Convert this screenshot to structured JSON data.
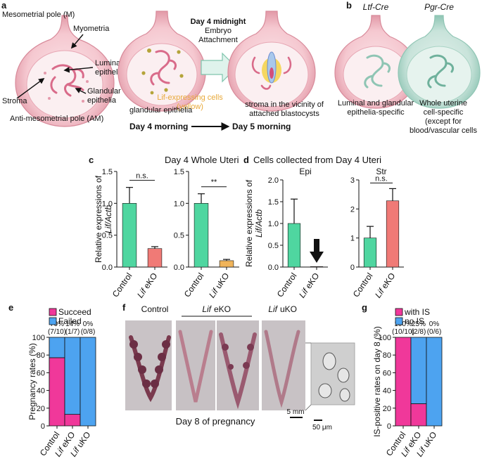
{
  "panel_letters": [
    "a",
    "b",
    "c",
    "d",
    "e",
    "f",
    "g"
  ],
  "panel_a": {
    "labels": {
      "mesometrial": "Mesometrial pole (M)",
      "myometria": "Myometria",
      "luminal_1": "Luminal",
      "luminal_2": "epithelia",
      "glandular_1": "Glandular",
      "glandular_2": "epithelia",
      "stroma": "Stroma",
      "anti_mesometrial": "Anti-mesometrial pole (AM)",
      "midnight_1": "Day 4 midnight",
      "midnight_2": "Embryo",
      "midnight_3": "Attachment",
      "lif_cells_1": "Lif-expressing cells",
      "lif_cells_2": "(yellow)",
      "glandular_epi": "glandular epithelia",
      "stroma_vicinity_1": "stroma in the vicinity of",
      "stroma_vicinity_2": "attached blastocysts",
      "day4_morning": "Day 4 morning",
      "day5_morning": "Day 5 morning"
    },
    "lif_color": "#e8a93a"
  },
  "panel_b": {
    "ltf_title": "Ltf-Cre",
    "pgr_title": "Pgr-Cre",
    "ltf_1": "Luminal and glandular",
    "ltf_2": "epithelia-specific",
    "pgr_1": "Whole uterine",
    "pgr_2": "cell-specific",
    "pgr_3": "(except for",
    "pgr_4": "blood/vascular cells"
  },
  "panel_f": {
    "control": "Control",
    "lif_eko_gene": "Lif",
    "lif_eko_suffix": "eKO",
    "lif_uko_gene": "Lif",
    "lif_uko_suffix": "uKO",
    "scale_5mm": "5 mm",
    "scale_50um": "50 μm",
    "caption": "Day 8 of pregnancy"
  },
  "colors": {
    "control": "#4fd6a0",
    "eko": "#f07a76",
    "uko": "#f0b45a",
    "pink": "#f0389a",
    "blue": "#4da3f0"
  },
  "chart_data": [
    {
      "id": "c",
      "type": "bar",
      "title": "Day 4 Whole Uteri",
      "ylabel_line1": "Relative expressions of",
      "ylabel_line2_italic": "Lif/Actb",
      "ylim": [
        0,
        1.5
      ],
      "yticks": [
        "0.0",
        "0.5",
        "1.0",
        "1.5"
      ],
      "subplots": [
        {
          "categories": [
            {
              "pre": "",
              "gene": "",
              "post": "Control"
            },
            {
              "pre": "",
              "gene": "Lif",
              "post": " eKO"
            }
          ],
          "values": [
            1.0,
            0.29
          ],
          "errors": [
            0.25,
            0.03
          ],
          "colors": [
            "#4fd6a0",
            "#f07a76"
          ],
          "significance": "n.s."
        },
        {
          "categories": [
            {
              "pre": "",
              "gene": "",
              "post": "Control"
            },
            {
              "pre": "",
              "gene": "Lif",
              "post": " uKO"
            }
          ],
          "values": [
            1.0,
            0.1
          ],
          "errors": [
            0.15,
            0.02
          ],
          "colors": [
            "#4fd6a0",
            "#f0b45a"
          ],
          "significance": "**"
        }
      ]
    },
    {
      "id": "d",
      "type": "bar",
      "title": "Cells collected from Day 4 Uteri",
      "ylabel_line1": "Relative expressions of",
      "ylabel_line2_italic": "Lif/Actb",
      "subplots": [
        {
          "subtitle": "Epi",
          "ylim": [
            0,
            2.0
          ],
          "yticks": [
            "0.0",
            "0.5",
            "1.0",
            "1.5",
            "2.0"
          ],
          "categories": [
            {
              "gene": "",
              "post": "Control"
            },
            {
              "gene": "Lif",
              "post": " eKO"
            }
          ],
          "values": [
            1.0,
            0.01
          ],
          "errors": [
            0.56,
            0.0
          ],
          "colors": [
            "#4fd6a0",
            "#f07a76"
          ],
          "significance": ""
        },
        {
          "subtitle": "Str",
          "ylim": [
            0,
            3.0
          ],
          "yticks": [
            "0",
            "1",
            "2",
            "3"
          ],
          "categories": [
            {
              "gene": "",
              "post": "Control"
            },
            {
              "gene": "Lif",
              "post": " eKO"
            }
          ],
          "values": [
            1.0,
            2.28
          ],
          "errors": [
            0.4,
            0.42
          ],
          "colors": [
            "#4fd6a0",
            "#f07a76"
          ],
          "significance": "n.s."
        }
      ]
    },
    {
      "id": "e",
      "type": "bar",
      "stacked": true,
      "ylabel": "Pregnancy rates (%)",
      "ylim": [
        0,
        100
      ],
      "yticks": [
        "0",
        "20",
        "40",
        "60",
        "80",
        "100"
      ],
      "legend": [
        "Succeed",
        "Failed"
      ],
      "categories": [
        {
          "gene": "",
          "post": "Control"
        },
        {
          "gene": "Lif",
          "post": " eKO"
        },
        {
          "gene": "Lif",
          "post": " uKO"
        }
      ],
      "series": [
        {
          "name": "Succeed",
          "values": [
            77,
            13,
            0
          ]
        },
        {
          "name": "Failed",
          "values": [
            23,
            87,
            100
          ]
        }
      ],
      "top_percent": [
        "70%",
        "14%",
        "0%"
      ],
      "top_counts": [
        "(7/10)",
        "(1/7)",
        "(0/8)"
      ]
    },
    {
      "id": "g",
      "type": "bar",
      "stacked": true,
      "ylabel": "IS-positive rates on day 8 (%)",
      "ylim": [
        0,
        100
      ],
      "yticks": [
        "0",
        "20",
        "40",
        "60",
        "80",
        "100"
      ],
      "legend": [
        "with IS",
        "no IS"
      ],
      "categories": [
        {
          "gene": "",
          "post": "Control"
        },
        {
          "gene": "Lif",
          "post": " eKO"
        },
        {
          "gene": "Lif",
          "post": " uKO"
        }
      ],
      "series": [
        {
          "name": "with IS",
          "values": [
            100,
            25,
            0
          ]
        },
        {
          "name": "no IS",
          "values": [
            0,
            75,
            100
          ]
        }
      ],
      "top_percent": [
        "100%",
        "25%",
        "0%"
      ],
      "top_counts": [
        "(10/10)",
        "(2/8)",
        "(0/6)"
      ]
    }
  ]
}
